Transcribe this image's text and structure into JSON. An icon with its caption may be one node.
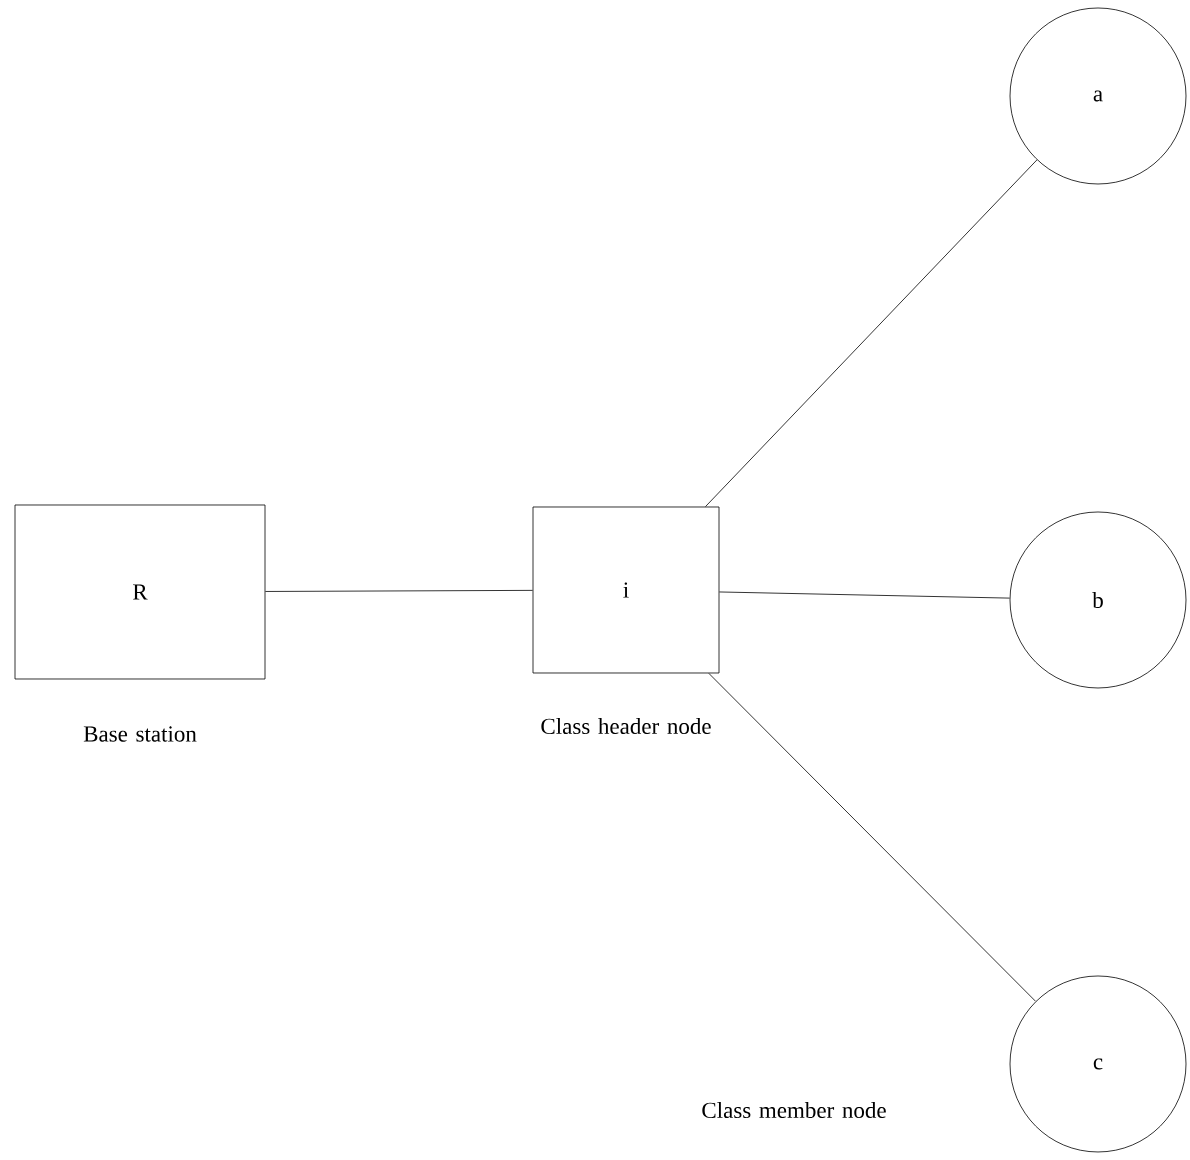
{
  "diagram": {
    "nodes": [
      {
        "text": [
          "R"
        ],
        "beside": [
          "Base station"
        ]
      },
      {
        "text": [
          "i"
        ],
        "beside": [
          "Class header node"
        ]
      },
      {
        "text": [
          "a"
        ]
      },
      {
        "text": [
          "b"
        ]
      },
      {
        "text": [
          "c"
        ]
      }
    ],
    "edges": [
      {
        "from": 0,
        "to": 1,
        "arrow": "none"
      },
      {
        "from": 1,
        "to": 2,
        "arrow": "none"
      },
      {
        "from": 1,
        "to": 3,
        "arrow": "none"
      },
      {
        "from": 1,
        "to": 4,
        "arrow": "none"
      }
    ],
    "labels": [
      "Class member node"
    ]
  }
}
